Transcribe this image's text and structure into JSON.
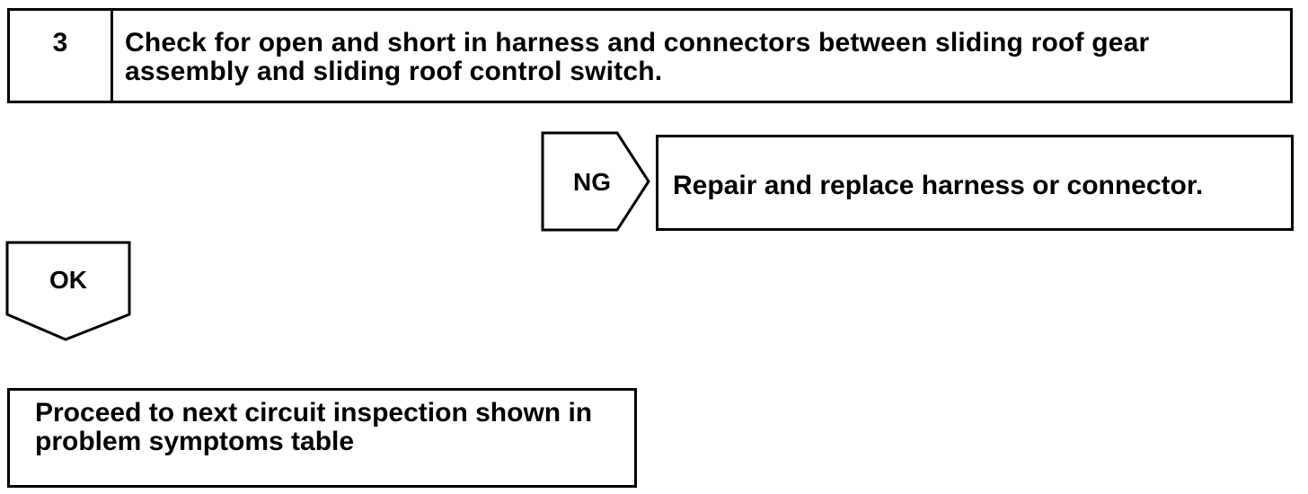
{
  "step": {
    "number": "3",
    "text": "Check for open and short in harness and connectors between sliding roof gear assembly and sliding roof control switch."
  },
  "ng_branch": {
    "label": "NG",
    "result": "Repair and replace harness or connector."
  },
  "ok_branch": {
    "label": "OK"
  },
  "final_step": {
    "text": "Proceed to next circuit inspection shown in problem symptoms table"
  }
}
